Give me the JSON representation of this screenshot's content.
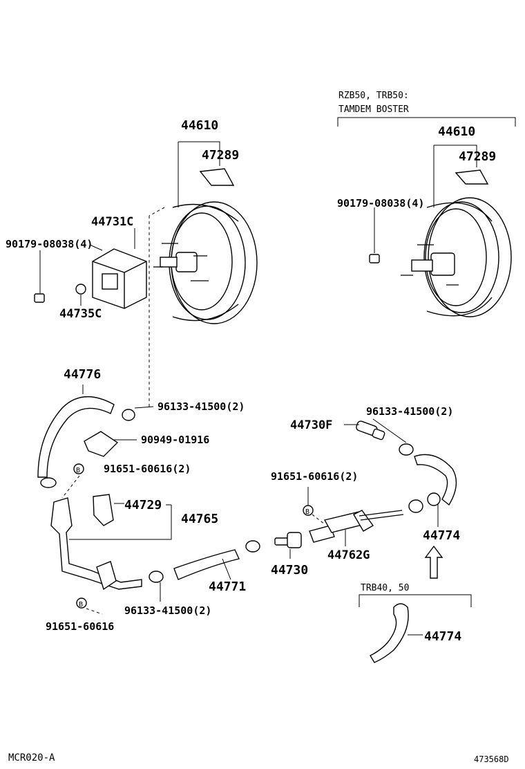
{
  "variant_note": {
    "line1": "RZB50, TRB50:",
    "line2": "TAMDEM BOSTER"
  },
  "variant_note_trb": "TRB40, 50",
  "labels": {
    "booster_left": "44610",
    "gasket_left": "47289",
    "booster_right": "44610",
    "gasket_right": "47289",
    "bracket": "44731C",
    "nut_left": "90179-08038(4)",
    "nut_right": "90179-08038(4)",
    "washer": "44735C",
    "hose_upper_left": "44776",
    "clip_top_left": "96133-41500(2)",
    "clip_top_right": "96133-41500(2)",
    "bracket_clamp": "90949-01916",
    "bolt_b_left": "91651-60616(2)",
    "bolt_b_mid": "91651-60616(2)",
    "bolt_b_bottom": "91651-60616",
    "valve_fitting": "44730F",
    "block_44729": "44729",
    "pipe_assy": "44765",
    "hose_right": "44774",
    "hose_trb": "44774",
    "check_valve": "44730",
    "union": "44762G",
    "hose_lower": "44771",
    "clip_bottom": "96133-41500(2)",
    "b_marker": "B"
  },
  "footer": {
    "code_left": "MCR020-A",
    "code_right": "473568D"
  }
}
